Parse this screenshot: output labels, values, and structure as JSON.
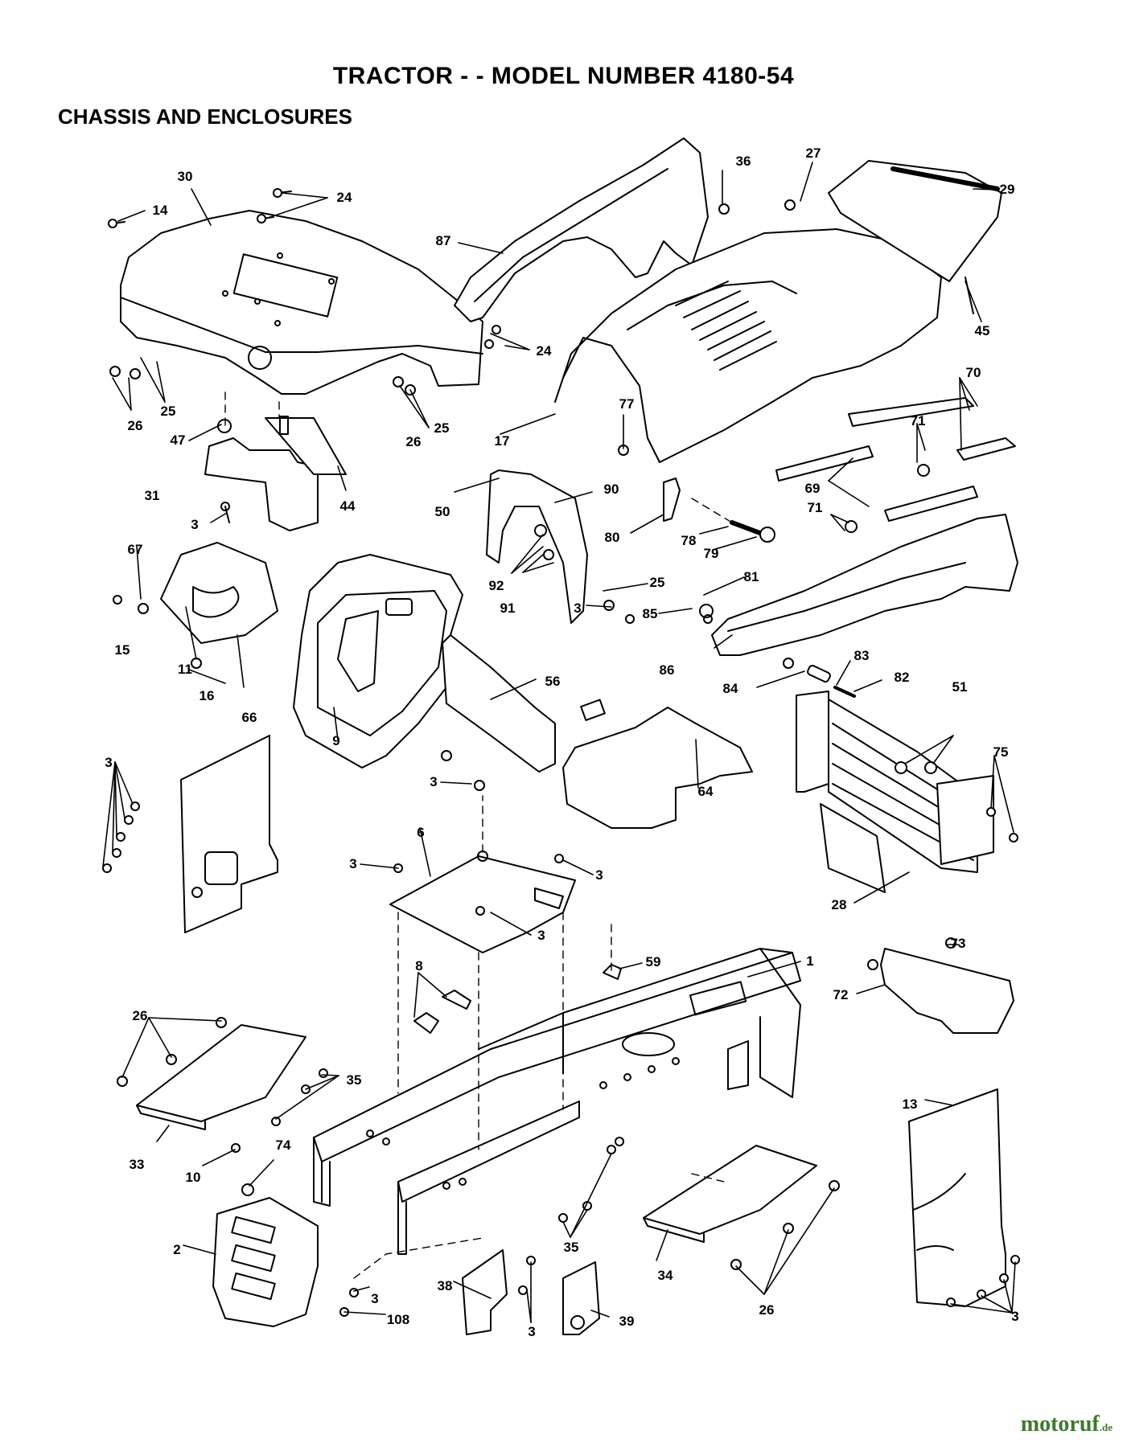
{
  "header": {
    "title": "TRACTOR - - MODEL NUMBER 4180-54",
    "section": "CHASSIS AND ENCLOSURES"
  },
  "callouts": [
    "30",
    "24",
    "14",
    "26",
    "25",
    "47",
    "31",
    "44",
    "3",
    "87",
    "36",
    "27",
    "29",
    "24",
    "17",
    "45",
    "26",
    "25",
    "77",
    "70",
    "71",
    "69",
    "71",
    "50",
    "90",
    "80",
    "78",
    "79",
    "92",
    "91",
    "25",
    "3",
    "81",
    "85",
    "86",
    "84",
    "83",
    "82",
    "67",
    "15",
    "16",
    "66",
    "9",
    "56",
    "11",
    "3",
    "3",
    "6",
    "3",
    "3",
    "3",
    "64",
    "51",
    "75",
    "28",
    "59",
    "1",
    "73",
    "72",
    "8",
    "26",
    "35",
    "33",
    "10",
    "74",
    "2",
    "3",
    "108",
    "38",
    "3",
    "35",
    "39",
    "34",
    "26",
    "13",
    "3"
  ],
  "watermark": {
    "brand": "motoruf",
    "tld": ".de"
  }
}
